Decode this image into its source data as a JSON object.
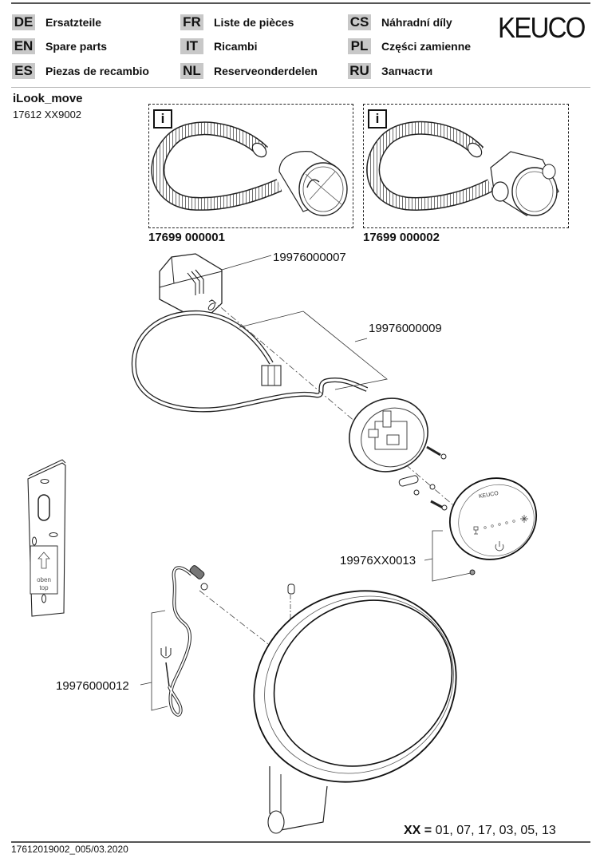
{
  "header": {
    "brand": "KEUCO",
    "languages": [
      {
        "code": "DE",
        "label": "Ersatzteile"
      },
      {
        "code": "EN",
        "label": "Spare parts"
      },
      {
        "code": "ES",
        "label": "Piezas de recambio"
      },
      {
        "code": "FR",
        "label": "Liste de pièces"
      },
      {
        "code": "IT",
        "label": "Ricambi"
      },
      {
        "code": "NL",
        "label": "Reserveonderdelen"
      },
      {
        "code": "CS",
        "label": "Náhradní díly"
      },
      {
        "code": "PL",
        "label": "Części zamienne"
      },
      {
        "code": "RU",
        "label": "Запчасти"
      }
    ]
  },
  "product": {
    "name": "iLook_move",
    "article": "17612 XX9002"
  },
  "info_boxes": [
    {
      "icon": "info-icon",
      "icon_text": "i",
      "part_number": "17699 000001"
    },
    {
      "icon": "info-icon",
      "icon_text": "i",
      "part_number": "17699 000002"
    }
  ],
  "callouts": {
    "transformer": "19976000007",
    "cable": "19976000009",
    "control_unit": "19976XX0013",
    "connection_cable": "19976000012"
  },
  "mounting_plate": {
    "label_line1": "oben",
    "label_line2": "top"
  },
  "control_panel": {
    "brand": "KEUCO"
  },
  "variants": {
    "key": "XX =",
    "values": "01, 07, 17, 03, 05, 13"
  },
  "footer": {
    "doc_id": "17612019002_005/03.2020"
  }
}
